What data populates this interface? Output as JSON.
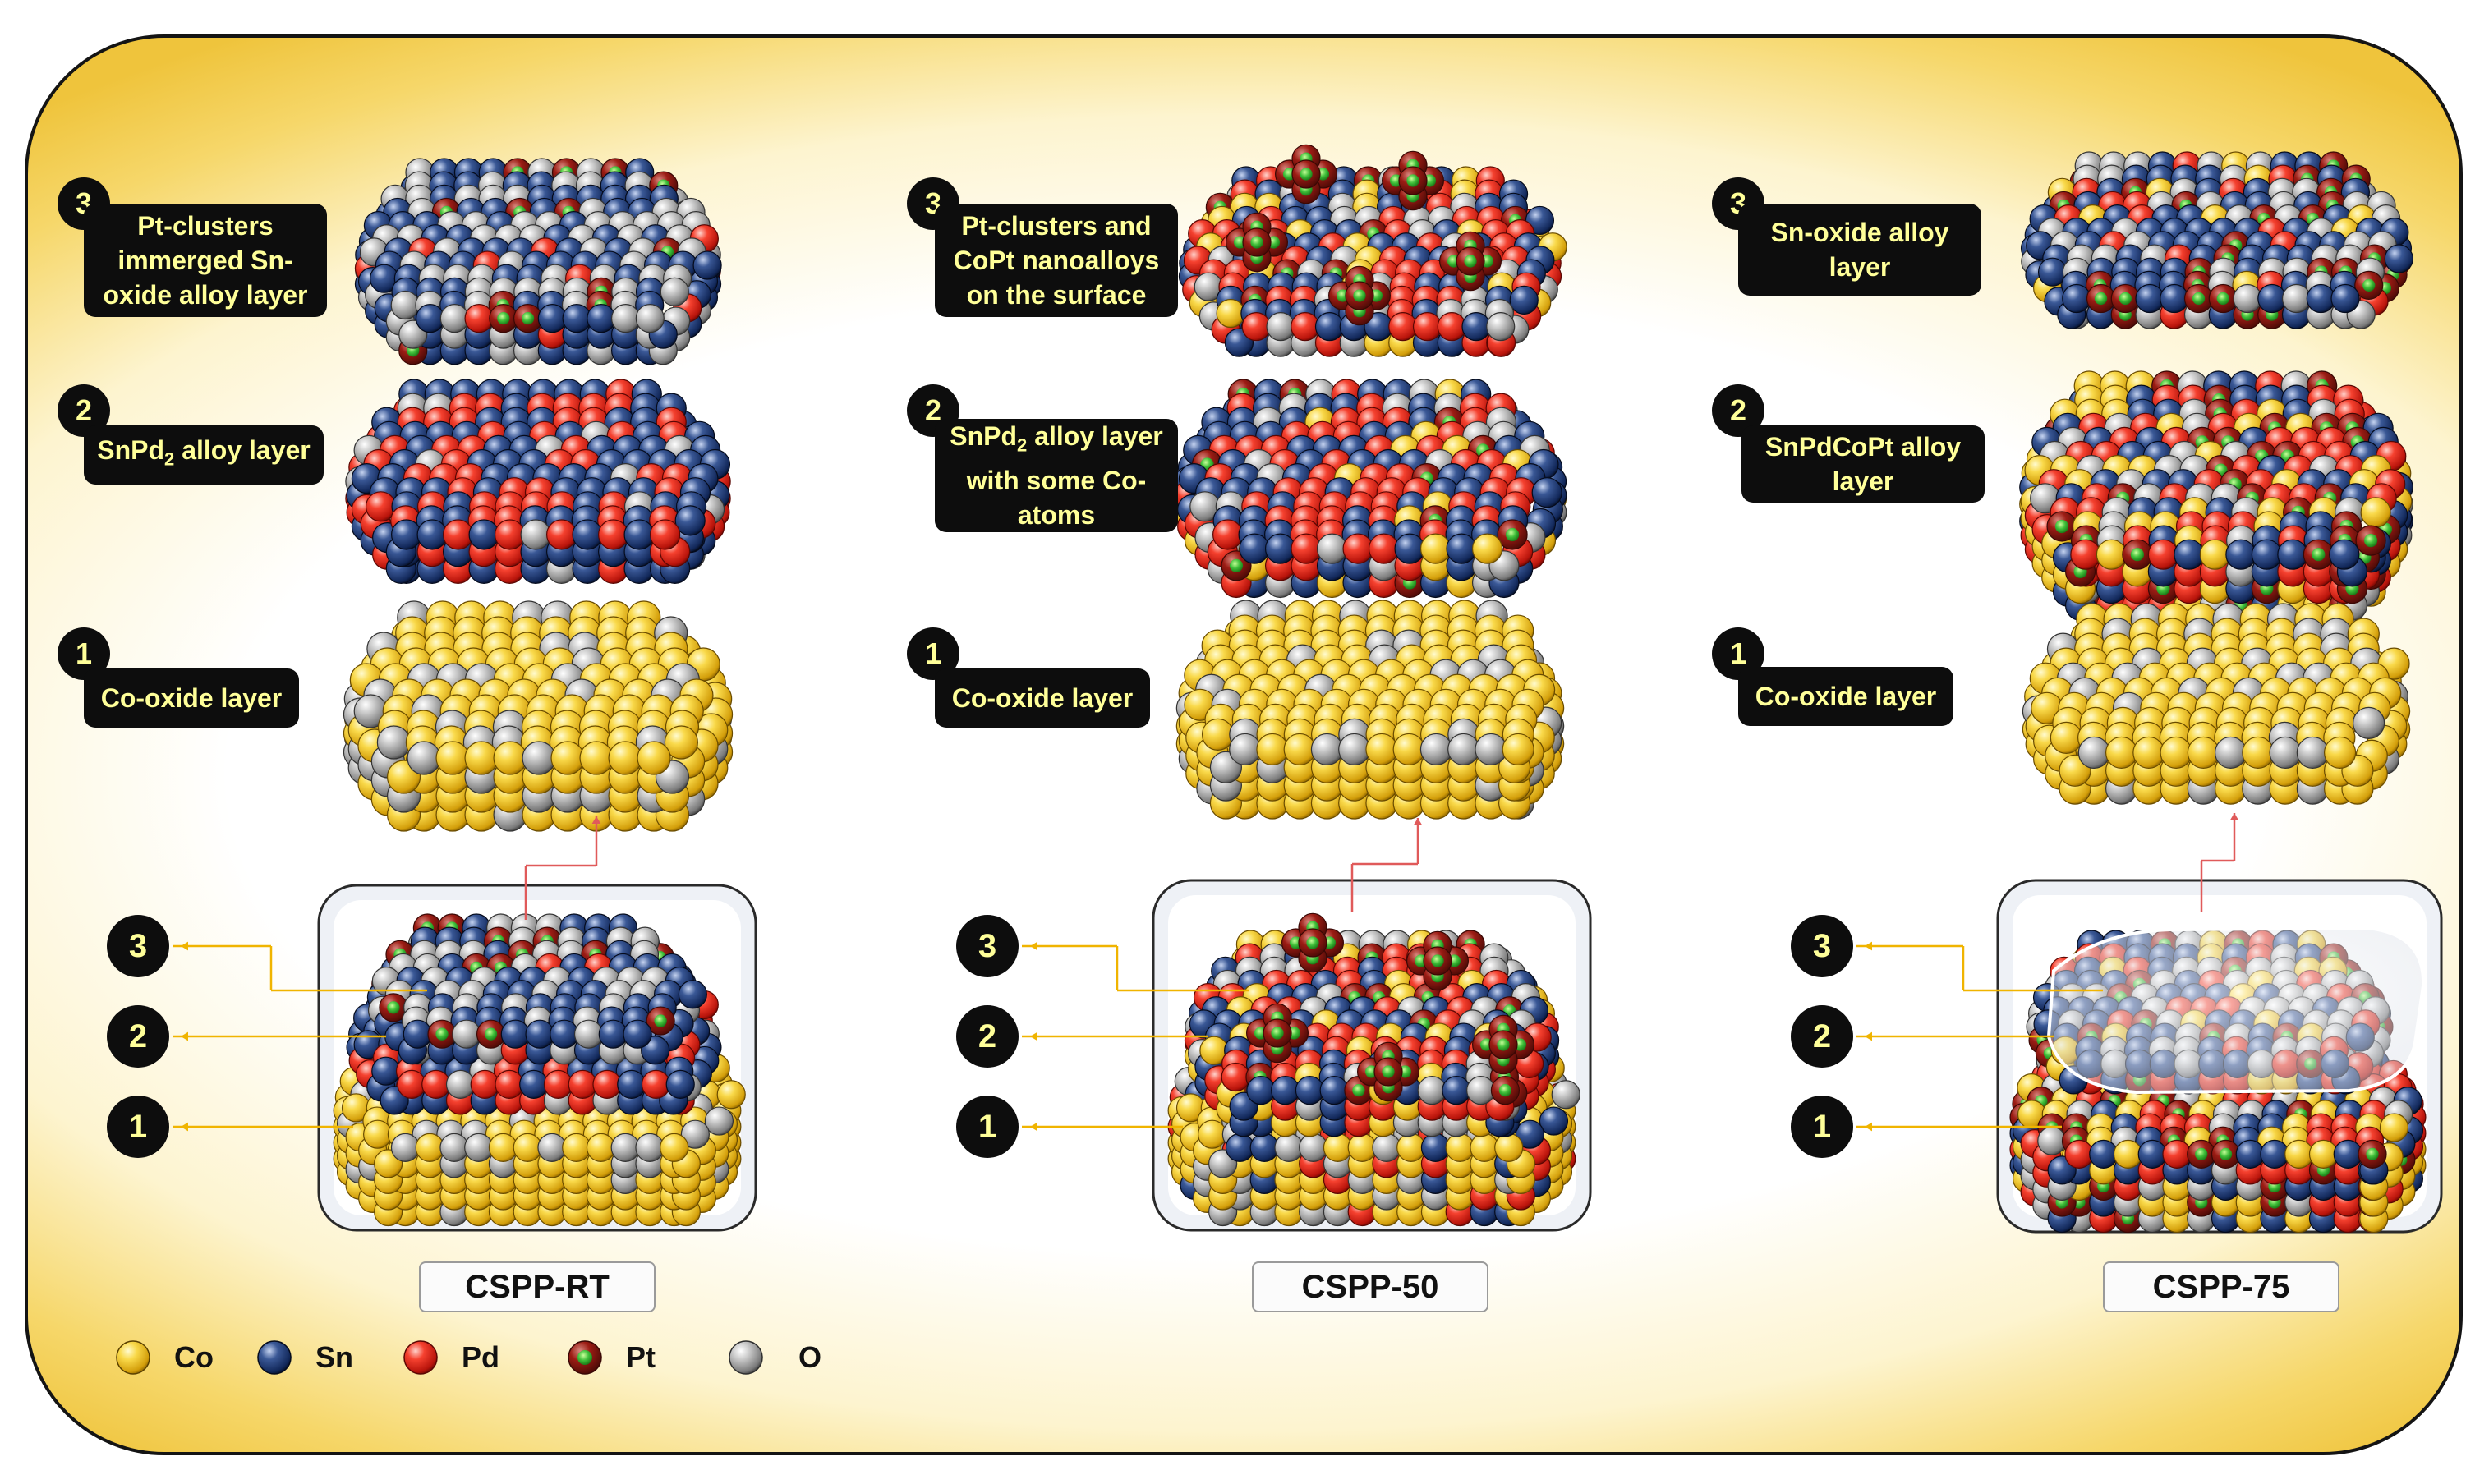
{
  "panels": [
    {
      "name": "CSPP-RT",
      "layers": [
        {
          "num": "3",
          "lines": [
            "Pt-clusters",
            "immerged Sn-",
            "oxide alloy layer"
          ]
        },
        {
          "num": "2",
          "lines": [
            "SnPd",
            "2",
            " alloy layer"
          ]
        },
        {
          "num": "1",
          "lines": [
            "Co-oxide layer"
          ]
        }
      ],
      "inset_numbers": [
        "3",
        "2",
        "1"
      ]
    },
    {
      "name": "CSPP-50",
      "layers": [
        {
          "num": "3",
          "lines": [
            "Pt-clusters and",
            "CoPt nanoalloys",
            "on the surface"
          ]
        },
        {
          "num": "2",
          "lines": [
            "SnPd",
            "2",
            " alloy layer",
            "with some Co-",
            "atoms"
          ]
        },
        {
          "num": "1",
          "lines": [
            "Co-oxide layer"
          ]
        }
      ],
      "inset_numbers": [
        "3",
        "2",
        "1"
      ]
    },
    {
      "name": "CSPP-75",
      "layers": [
        {
          "num": "3",
          "lines": [
            "Sn-oxide alloy",
            "layer"
          ]
        },
        {
          "num": "2",
          "lines": [
            "SnPdCoPt alloy",
            "layer"
          ]
        },
        {
          "num": "1",
          "lines": [
            "Co-oxide layer"
          ]
        }
      ],
      "inset_numbers": [
        "3",
        "2",
        "1"
      ]
    }
  ],
  "legend": [
    {
      "label": "Co",
      "color": "#f2c417",
      "icon": "co-atom-icon"
    },
    {
      "label": "Sn",
      "color": "#1e3a6e",
      "icon": "sn-atom-icon"
    },
    {
      "label": "Pd",
      "color": "#ee2a1e",
      "icon": "pd-atom-icon"
    },
    {
      "label": "Pt",
      "color": "#3fbf3a",
      "ring": "#9c1c14",
      "icon": "pt-atom-icon"
    },
    {
      "label": "O",
      "color": "#9e9e9e",
      "icon": "o-atom-icon"
    }
  ],
  "colors": {
    "frame_border": "#141414",
    "frame_glow": "#efc43c",
    "label_bg": "#0d0d0d",
    "label_text": "#ffff99",
    "leader_line_yellow": "#f0b400",
    "leader_line_red": "#e05a5a"
  }
}
